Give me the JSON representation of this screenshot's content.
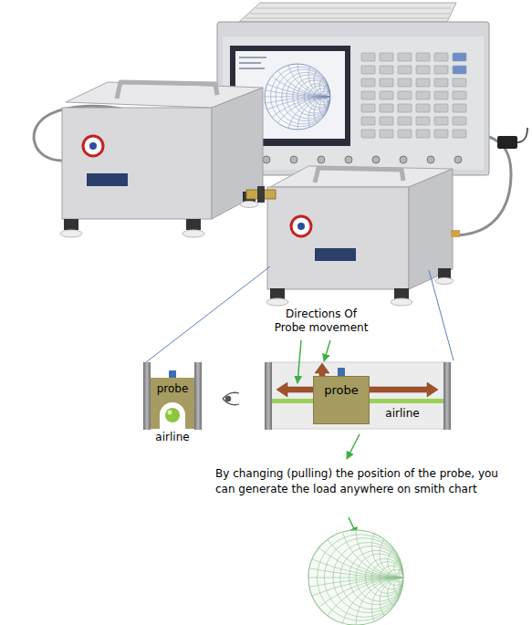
{
  "diagram": {
    "nodes": [
      {
        "text": [
          "probe"
        ]
      },
      {
        "text": [
          "probe"
        ]
      }
    ],
    "labels": [
      "Directions Of Probe movement",
      "airline",
      "airline",
      "By changing (pulling) the position of the probe, you can generate the load anywhere on smith chart"
    ]
  }
}
